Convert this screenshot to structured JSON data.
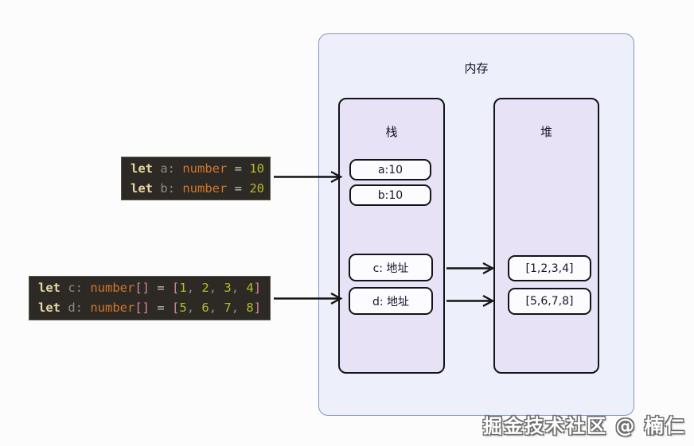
{
  "memory": {
    "label": "内存",
    "stack": {
      "label": "栈",
      "items": [
        "a:10",
        "b:10",
        "c: 地址",
        "d: 地址"
      ]
    },
    "heap": {
      "label": "堆",
      "items": [
        "[1,2,3,4]",
        "[5,6,7,8]"
      ]
    }
  },
  "code_blocks": [
    {
      "id": "primitive-declarations",
      "lines": [
        [
          [
            "let",
            "keyword"
          ],
          [
            " a: ",
            "variable"
          ],
          [
            "number",
            "type"
          ],
          [
            " = ",
            "operator"
          ],
          [
            "10",
            "number"
          ]
        ],
        [
          [
            "let",
            "keyword"
          ],
          [
            " b: ",
            "variable"
          ],
          [
            "number",
            "type"
          ],
          [
            " = ",
            "operator"
          ],
          [
            "20",
            "number"
          ]
        ]
      ]
    },
    {
      "id": "array-declarations",
      "lines": [
        [
          [
            "let",
            "keyword"
          ],
          [
            " c: ",
            "variable"
          ],
          [
            "number",
            "type"
          ],
          [
            "[]",
            "bracket"
          ],
          [
            " = ",
            "operator"
          ],
          [
            "[",
            "bracket"
          ],
          [
            "1",
            "number"
          ],
          [
            ", ",
            "punct"
          ],
          [
            "2",
            "number"
          ],
          [
            ", ",
            "punct"
          ],
          [
            "3",
            "number"
          ],
          [
            ", ",
            "punct"
          ],
          [
            "4",
            "number"
          ],
          [
            "]",
            "bracket"
          ]
        ],
        [
          [
            "let",
            "keyword"
          ],
          [
            " d: ",
            "variable"
          ],
          [
            "number",
            "type"
          ],
          [
            "[]",
            "bracket"
          ],
          [
            " = ",
            "operator"
          ],
          [
            "[",
            "bracket"
          ],
          [
            "5",
            "number"
          ],
          [
            ", ",
            "punct"
          ],
          [
            "6",
            "number"
          ],
          [
            ", ",
            "punct"
          ],
          [
            "7",
            "number"
          ],
          [
            ", ",
            "punct"
          ],
          [
            "8",
            "number"
          ],
          [
            "]",
            "bracket"
          ]
        ]
      ]
    }
  ],
  "palette": {
    "keyword": "#e7d7a3",
    "variable": "#8f8a7c",
    "type": "#d0762c",
    "operator": "#c7c3b6",
    "number": "#b8bb26",
    "bracket": "#d3869b",
    "punct": "#8f8a7c",
    "code_background": "#2d2a26",
    "region_fill": "#e8e2f6",
    "memory_fill": "#edeffb",
    "memory_border": "#8496c9",
    "box_border": "#141418"
  },
  "watermark": {
    "text": "掘金技术社区 @ 楠仁"
  }
}
